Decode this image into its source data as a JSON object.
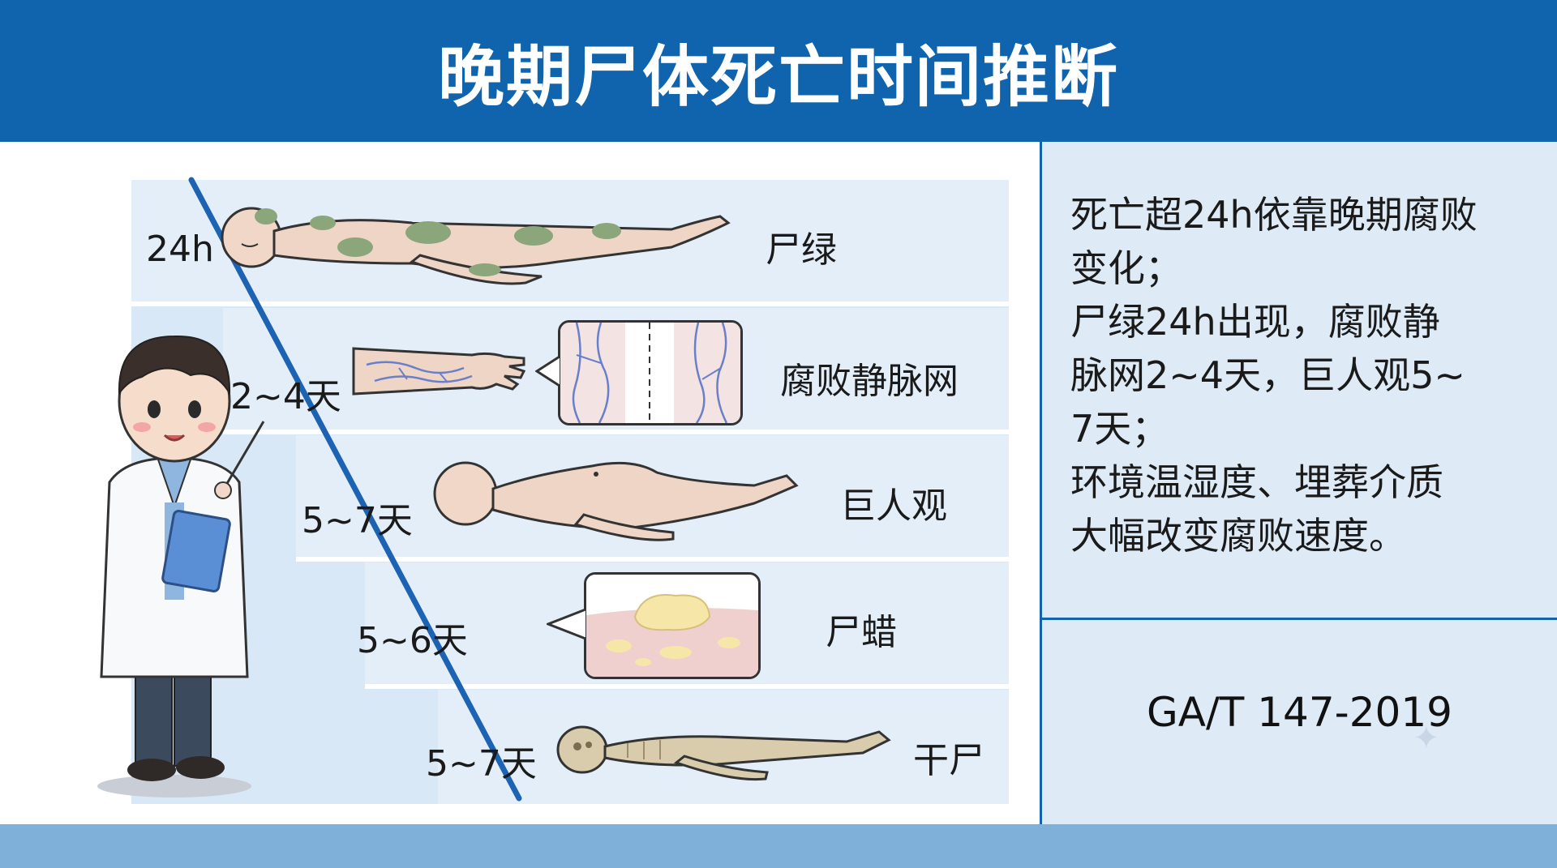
{
  "title": "晚期尸体死亡时间推断",
  "stages": [
    {
      "time": "24h",
      "label": "尸绿"
    },
    {
      "time": "2~4天",
      "label": "腐败静脉网"
    },
    {
      "time": "5~7天",
      "label": "巨人观"
    },
    {
      "time": "5~6天",
      "label": "尸蜡"
    },
    {
      "time": "5~7天",
      "label": "干尸"
    }
  ],
  "summary": {
    "lines": [
      "死亡超24h依靠晚期腐败",
      "变化；",
      "尸绿24h出现，腐败静",
      "脉网2~4天，巨人观5~",
      "7天；",
      "环境温湿度、埋葬介质",
      "大幅改变腐败速度。"
    ]
  },
  "standard": "GA/T 147-2019",
  "colors": {
    "header": "#0f64ad",
    "panel": "#deeaf6",
    "band": "#e3eef9",
    "footer": "#7fb0da"
  }
}
